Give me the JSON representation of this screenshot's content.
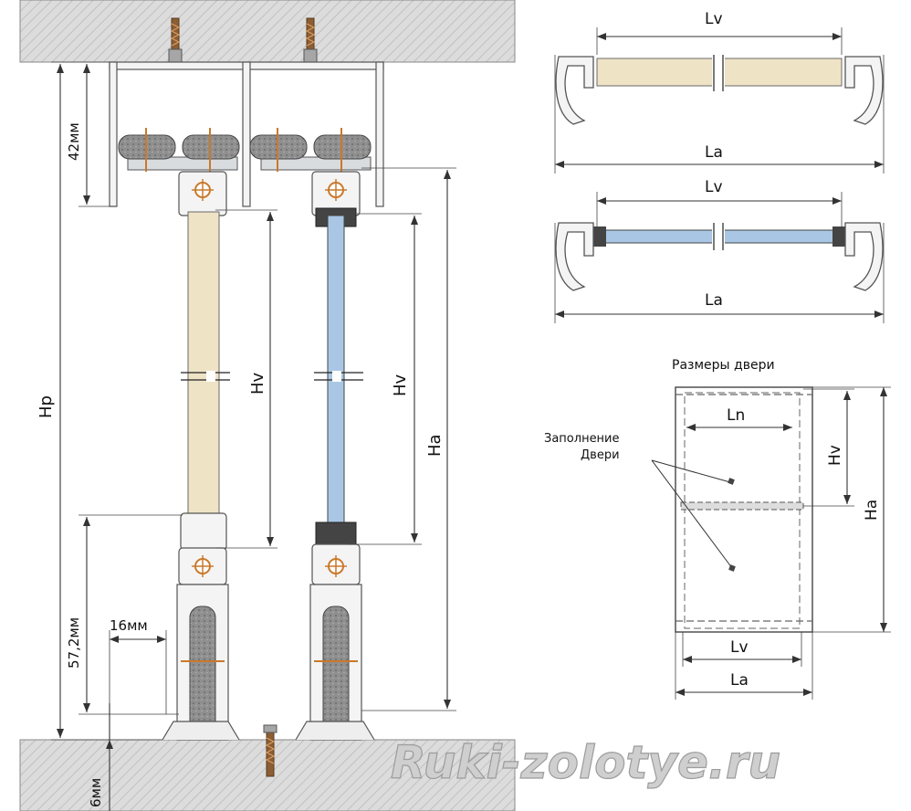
{
  "labels": {
    "lv_top": "Lv",
    "la_top": "La",
    "lv_mid": "Lv",
    "la_mid": "La",
    "hp": "Hp",
    "hv_left": "Hv",
    "hv_right": "Hv",
    "ha_left": "Ha",
    "dim_42": "42мм",
    "dim_572": "57,2мм",
    "dim_16": "16мм",
    "dim_6": "6мм",
    "door_title": "Размеры двери",
    "fill_line1": "Заполнение",
    "fill_line2": "Двери",
    "door_ln": "Ln",
    "door_hv": "Hv",
    "door_ha": "Ha",
    "door_lv": "Lv",
    "door_la": "La"
  },
  "watermark": "Ruki-zolotye.ru",
  "colors": {
    "wood": "#efe3c6",
    "glass": "#a9c7e4",
    "ceiling": "#d6d6d6",
    "wheel": "#9a9a9a",
    "screw": "#c9792b"
  }
}
